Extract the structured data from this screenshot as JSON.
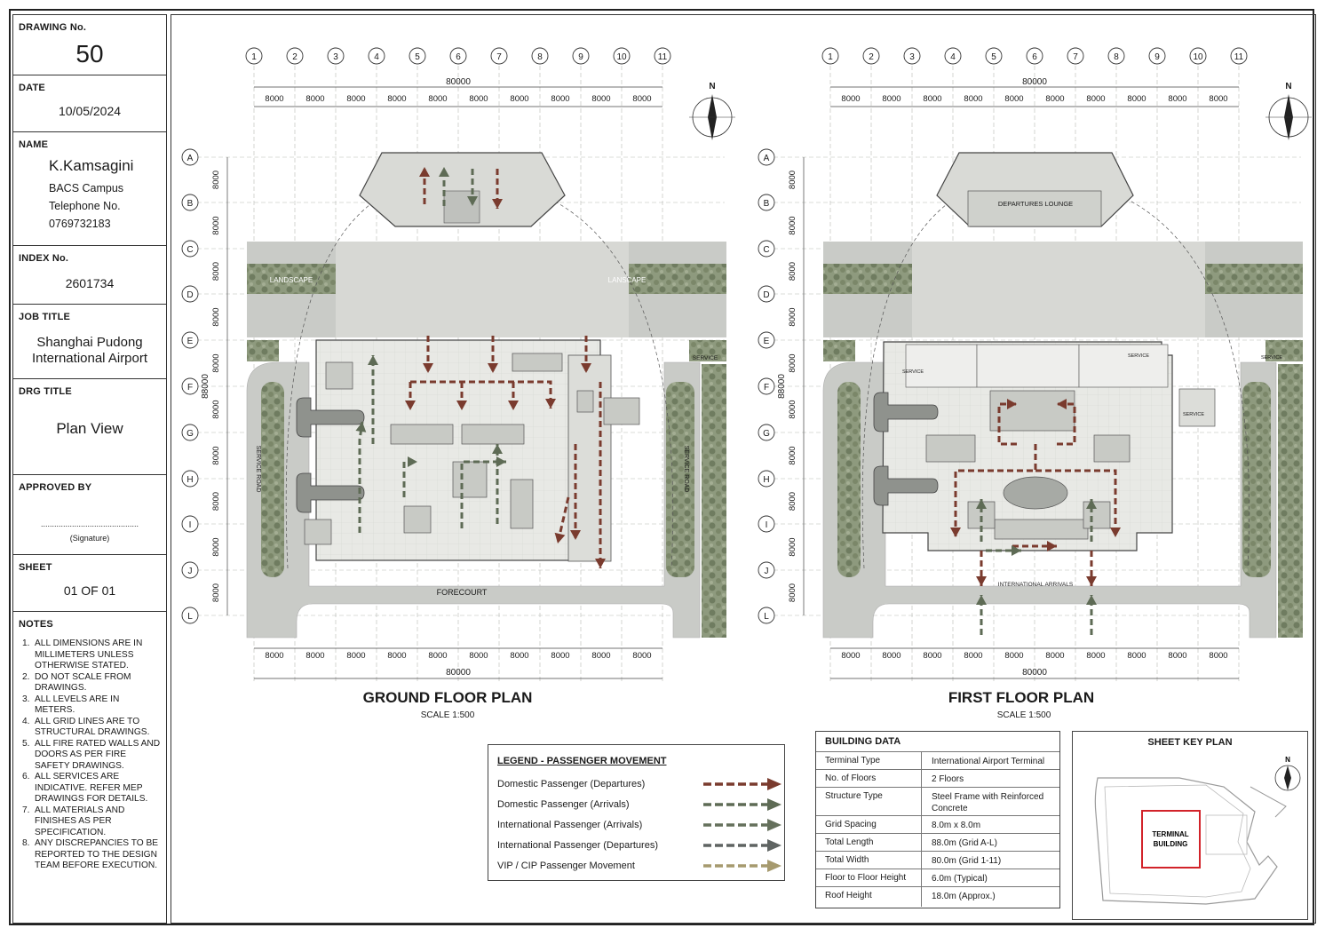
{
  "title_block": {
    "drawing_no_label": "DRAWING No.",
    "drawing_no": "50",
    "date_label": "DATE",
    "date": "10/05/2024",
    "name_label": "NAME",
    "name": "K.Kamsagini",
    "name_line1": "BACS Campus",
    "name_line2": "Telephone No.",
    "name_line3": "0769732183",
    "index_label": "INDEX No.",
    "index": "2601734",
    "job_title_label": "JOB TITLE",
    "job_title_line1": "Shanghai Pudong",
    "job_title_line2": "International Airport",
    "drg_title_label": "DRG TITLE",
    "drg_title": "Plan View",
    "approved_label": "APPROVED BY",
    "signature_line": "............................................",
    "signature_label": "(Signature)",
    "sheet_label": "SHEET",
    "sheet": "01 OF 01",
    "notes_label": "NOTES",
    "notes": [
      {
        "num": "1.",
        "text": "ALL DIMENSIONS ARE IN MILLIMETERS UNLESS OTHERWISE STATED."
      },
      {
        "num": "2.",
        "text": "DO NOT SCALE FROM DRAWINGS."
      },
      {
        "num": "3.",
        "text": "ALL LEVELS ARE IN METERS."
      },
      {
        "num": "4.",
        "text": "ALL GRID LINES ARE TO STRUCTURAL DRAWINGS."
      },
      {
        "num": "5.",
        "text": "ALL FIRE RATED WALLS AND DOORS AS PER FIRE SAFETY DRAWINGS."
      },
      {
        "num": "6.",
        "text": "ALL SERVICES ARE INDICATIVE. REFER MEP DRAWINGS FOR DETAILS."
      },
      {
        "num": "7.",
        "text": "ALL MATERIALS AND FINISHES AS PER SPECIFICATION."
      },
      {
        "num": "8.",
        "text": "ANY DISCREPANCIES TO BE REPORTED TO THE DESIGN TEAM BEFORE EXECUTION."
      }
    ]
  },
  "grid": {
    "columns": [
      "1",
      "2",
      "3",
      "4",
      "5",
      "6",
      "7",
      "8",
      "9",
      "10",
      "11"
    ],
    "rows": [
      "A",
      "B",
      "C",
      "D",
      "E",
      "F",
      "G",
      "H",
      "I",
      "J",
      "L"
    ],
    "bay": "8000",
    "total_width": "80000",
    "total_length": "88000"
  },
  "north": "N",
  "ground_floor": {
    "title": "GROUND FLOOR PLAN",
    "scale": "SCALE 1:500",
    "labels": {
      "landscape_left": "LANDSCAPE",
      "landscape_right": "LANSCAPE",
      "forecourt": "FORECOURT",
      "service_road_left": "SERVICE ROAD",
      "service_road_right": "SERVICE ROAD",
      "service": "SERVICE"
    }
  },
  "first_floor": {
    "title": "FIRST FLOOR PLAN",
    "scale": "SCALE 1:500",
    "labels": {
      "departures_lounge": "DEPARTURES LOUNGE",
      "international_arrivals": "INTERNATIONAL ARRIVALS",
      "service_a": "SERVICE",
      "service_b": "SERVICE",
      "service_c": "SERVICE",
      "service_d": "SERVICE"
    }
  },
  "legend": {
    "title": "LEGEND - PASSENGER MOVEMENT",
    "items": [
      {
        "label": "Domestic Passenger (Departures)",
        "color": "#7a3b2e"
      },
      {
        "label": "Domestic Passenger (Arrivals)",
        "color": "#5e6b55"
      },
      {
        "label": "International Passenger (Arrivals)",
        "color": "#65705c"
      },
      {
        "label": "International Passenger (Departures)",
        "color": "#5f6462"
      },
      {
        "label": "VIP / CIP Passenger Movement",
        "color": "#a69a6e"
      }
    ]
  },
  "building_data": {
    "title": "BUILDING DATA",
    "rows": [
      {
        "key": "Terminal Type",
        "value": "International Airport Terminal"
      },
      {
        "key": "No. of Floors",
        "value": "2 Floors"
      },
      {
        "key": "Structure Type",
        "value": "Steel Frame with Reinforced Concrete"
      },
      {
        "key": "Grid Spacing",
        "value": "8.0m x 8.0m"
      },
      {
        "key": "Total Length",
        "value": "88.0m (Grid A-L)"
      },
      {
        "key": "Total Width",
        "value": "80.0m (Grid 1-11)"
      },
      {
        "key": "Floor to Floor Height",
        "value": "6.0m (Typical)"
      },
      {
        "key": "Roof Height",
        "value": "18.0m (Approx.)"
      }
    ]
  },
  "key_plan": {
    "title": "SHEET KEY PLAN",
    "building_label_line1": "TERMINAL",
    "building_label_line2": "BUILDING",
    "highlight_color": "#d2232a"
  },
  "colors": {
    "departure": "#7a3b2e",
    "arrival": "#5e6b55",
    "vegetation": "#7d8a6c",
    "road": "#c9cbc7",
    "floor": "#e4e5e1"
  }
}
